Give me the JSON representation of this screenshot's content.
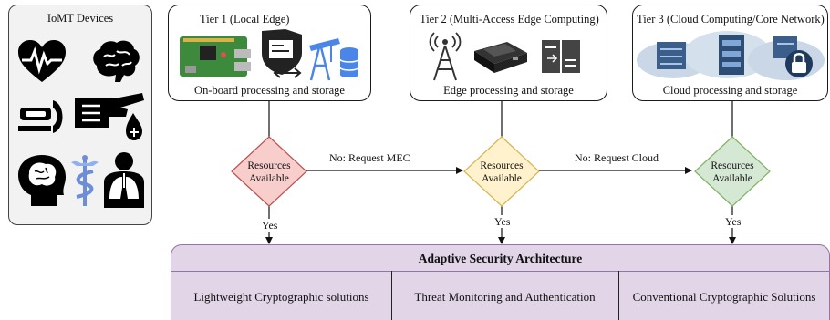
{
  "iomt": {
    "title": "IoMT Devices",
    "icons": [
      "heart-pulse-icon",
      "brain-icon",
      "spine-injury-icon",
      "hand-glucose-drop-icon",
      "head-brain-icon",
      "caduceus-icon",
      "lungs-body-icon"
    ]
  },
  "tiers": [
    {
      "title": "Tier 1 (Local Edge)",
      "caption": "On-board processing and storage",
      "icons": [
        "raspberry-pi-board-icon",
        "secure-document-exchange-icon",
        "oil-pump-database-icon"
      ]
    },
    {
      "title": "Tier 2 (Multi-Access Edge Computing)",
      "caption": "Edge processing and storage",
      "icons": [
        "radio-tower-icon",
        "edge-device-board-icon",
        "server-icon"
      ]
    },
    {
      "title": "Tier 3 (Cloud Computing/Core Network)",
      "caption": "Cloud processing and storage",
      "icons": [
        "cloud-server-icon",
        "cloud-server-rack-icon",
        "cloud-lock-icon"
      ]
    }
  ],
  "decisions": [
    {
      "label": "Resources Available",
      "fill": "#f8cecc",
      "stroke": "#b85450"
    },
    {
      "label": "Resources Available",
      "fill": "#fff2cc",
      "stroke": "#d6b656"
    },
    {
      "label": "Resources Available",
      "fill": "#d5e8d4",
      "stroke": "#82b366"
    }
  ],
  "edges": {
    "request_mec": "No: Request MEC",
    "request_cloud": "No: Request Cloud",
    "yes": "Yes"
  },
  "architecture": {
    "title": "Adaptive Security Architecture",
    "fill": "#e1d5e7",
    "columns": [
      "Lightweight Cryptographic solutions",
      "Threat Monitoring and Authentication",
      "Conventional Cryptographic Solutions"
    ]
  }
}
